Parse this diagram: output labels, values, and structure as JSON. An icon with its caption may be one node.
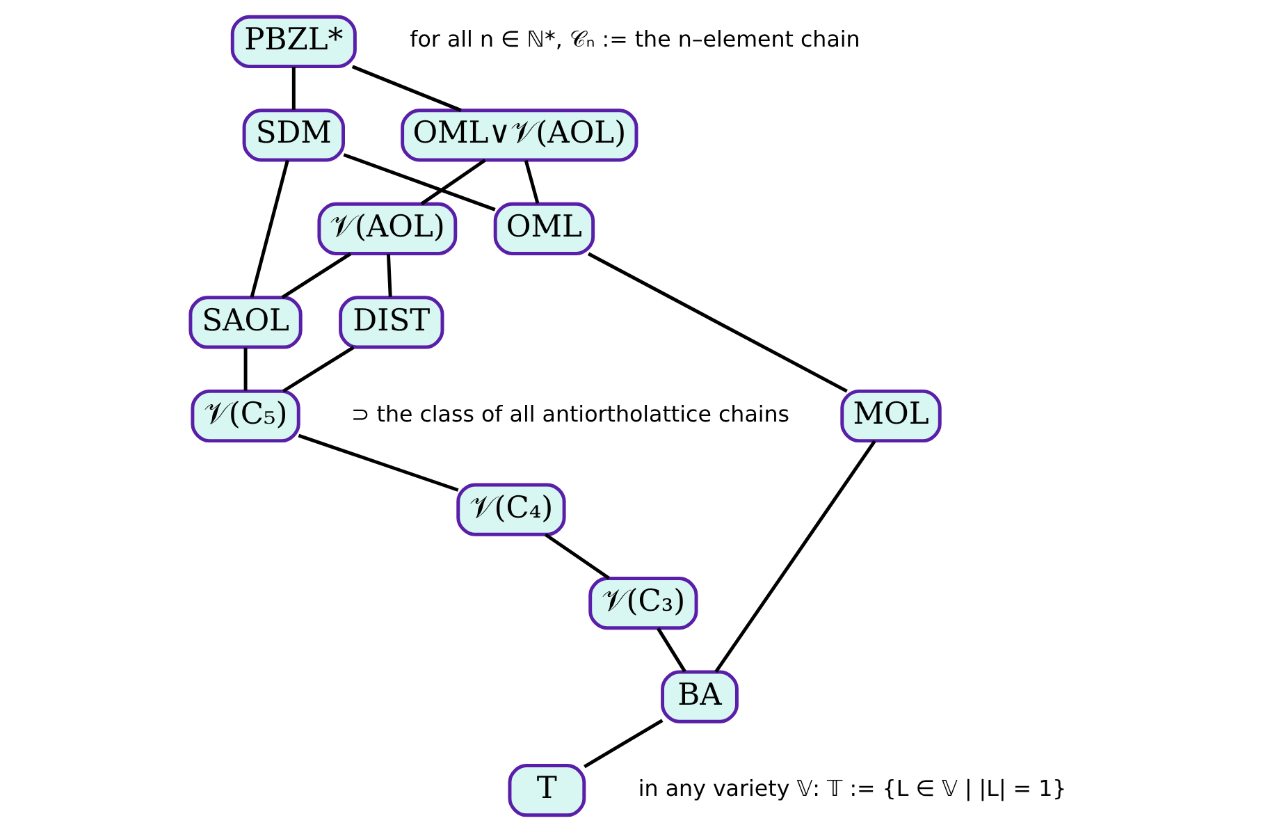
{
  "diagram": {
    "nodes": [
      {
        "text": [
          "PBZL*"
        ]
      },
      {
        "text": [
          "SDM"
        ]
      },
      {
        "text": [
          "OML∨𝒱(AOL)"
        ]
      },
      {
        "text": [
          "OML"
        ]
      },
      {
        "text": [
          "𝒱(AOL)"
        ]
      },
      {
        "text": [
          "SAOL"
        ]
      },
      {
        "text": [
          "DIST"
        ]
      },
      {
        "text": [
          "MOL"
        ]
      },
      {
        "text": [
          "𝒱(C₅)"
        ],
        "beside": [
          "⊃ the class of all antiortholattice chains"
        ]
      },
      {
        "text": [
          "𝒱(C₄)"
        ]
      },
      {
        "text": [
          "𝒱(C₃)"
        ]
      },
      {
        "text": [
          "BA"
        ]
      },
      {
        "text": [
          "T"
        ]
      }
    ],
    "edges": [
      {
        "from": 0,
        "to": 1,
        "arrow": "none"
      },
      {
        "from": 0,
        "to": 2,
        "arrow": "none"
      },
      {
        "from": 1,
        "to": 3,
        "arrow": "none"
      },
      {
        "from": 1,
        "to": 5,
        "arrow": "none"
      },
      {
        "from": 2,
        "to": 3,
        "arrow": "none"
      },
      {
        "from": 2,
        "to": 4,
        "arrow": "none"
      },
      {
        "from": 4,
        "to": 5,
        "arrow": "none"
      },
      {
        "from": 4,
        "to": 6,
        "arrow": "none"
      },
      {
        "from": 3,
        "to": 7,
        "arrow": "none"
      },
      {
        "from": 5,
        "to": 8,
        "arrow": "none"
      },
      {
        "from": 6,
        "to": 8,
        "arrow": "none"
      },
      {
        "from": 7,
        "to": 11,
        "arrow": "none"
      },
      {
        "from": 8,
        "to": 9,
        "arrow": "none"
      },
      {
        "from": 9,
        "to": 10,
        "arrow": "none"
      },
      {
        "from": 10,
        "to": 11,
        "arrow": "none"
      },
      {
        "from": 11,
        "to": 12,
        "arrow": "none"
      }
    ],
    "labels": [
      "for all n ∈ ℕ*, 𝒞ₙ := the n–element chain",
      "in any variety 𝕍: 𝕋 := {L ∈ 𝕍 | |L| = 1}"
    ]
  }
}
